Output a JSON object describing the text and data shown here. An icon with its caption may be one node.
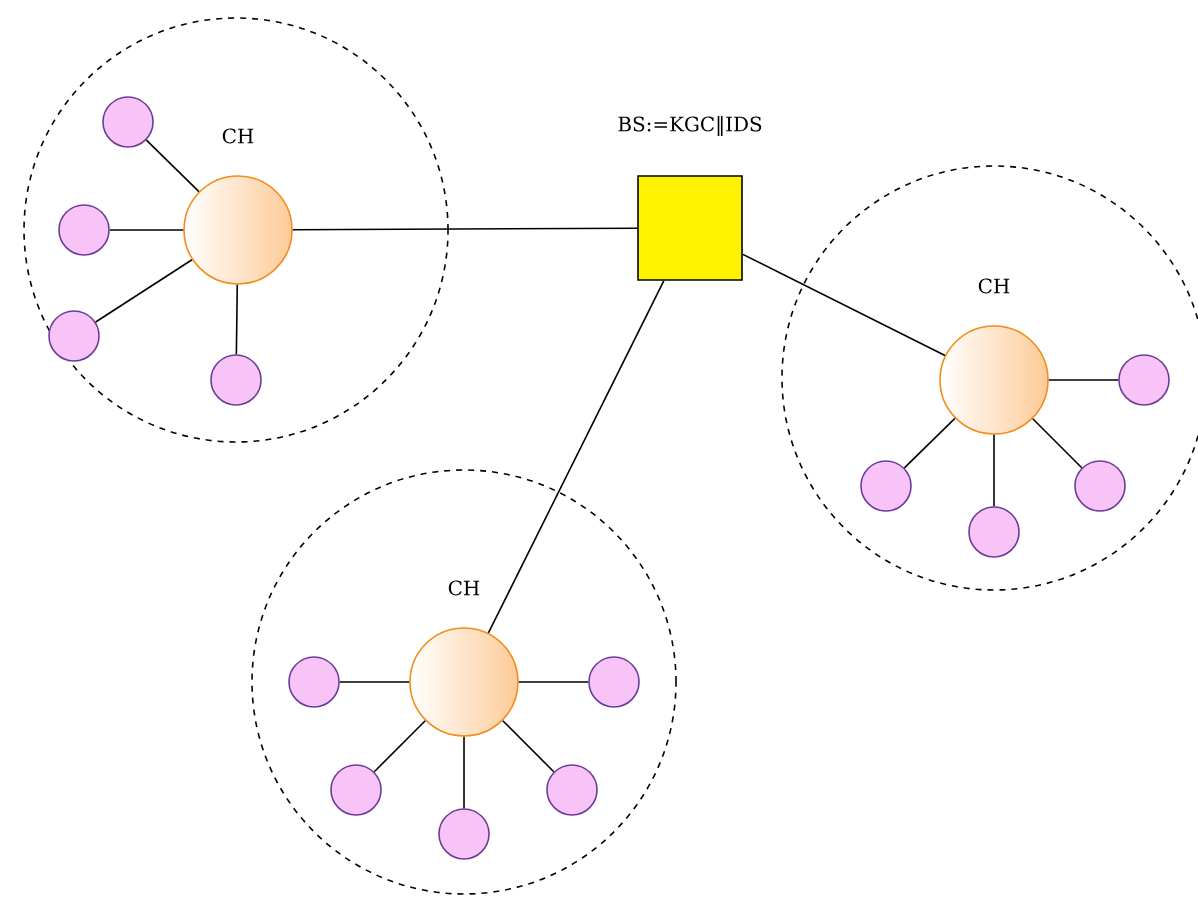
{
  "diagram": {
    "nodes": [
      {
        "text": [],
        "shape": "circle"
      },
      {
        "text": [
          "CH"
        ],
        "in": 0
      },
      {
        "text": [],
        "shape": "circle",
        "in": 0
      },
      {
        "text": [],
        "shape": "circle",
        "in": 0
      },
      {
        "text": [],
        "shape": "circle",
        "in": 0
      },
      {
        "text": [],
        "shape": "circle",
        "in": 0
      },
      {
        "text": [
          "BS:=KGC‖IDS"
        ]
      },
      {
        "text": [],
        "shape": "circle"
      },
      {
        "text": [
          "CH"
        ],
        "in": 7
      },
      {
        "text": [],
        "shape": "circle",
        "in": 7
      },
      {
        "text": [],
        "shape": "circle",
        "in": 7
      },
      {
        "text": [],
        "shape": "circle",
        "in": 7
      },
      {
        "text": [],
        "shape": "circle",
        "in": 7
      },
      {
        "text": [],
        "shape": "circle"
      },
      {
        "text": [
          "CH"
        ],
        "in": 13
      },
      {
        "text": [],
        "shape": "circle",
        "in": 13
      },
      {
        "text": [],
        "shape": "circle",
        "in": 13
      },
      {
        "text": [],
        "shape": "circle",
        "in": 13
      },
      {
        "text": [],
        "shape": "circle",
        "in": 13
      },
      {
        "text": [],
        "shape": "circle",
        "in": 13
      }
    ],
    "edges": [
      {
        "from": 1,
        "to": 6,
        "arrow": "none"
      },
      {
        "from": 6,
        "to": 8,
        "arrow": "none"
      },
      {
        "from": 6,
        "to": 14,
        "arrow": "none"
      },
      {
        "from": 1,
        "to": 2,
        "arrow": "none"
      },
      {
        "from": 1,
        "to": 3,
        "arrow": "none"
      },
      {
        "from": 1,
        "to": 4,
        "arrow": "none"
      },
      {
        "from": 1,
        "to": 5,
        "arrow": "none"
      },
      {
        "from": 8,
        "to": 9,
        "arrow": "none"
      },
      {
        "from": 8,
        "to": 10,
        "arrow": "none"
      },
      {
        "from": 8,
        "to": 11,
        "arrow": "none"
      },
      {
        "from": 8,
        "to": 12,
        "arrow": "none"
      },
      {
        "from": 14,
        "to": 15,
        "arrow": "none"
      },
      {
        "from": 14,
        "to": 16,
        "arrow": "none"
      },
      {
        "from": 14,
        "to": 17,
        "arrow": "none"
      },
      {
        "from": 14,
        "to": 18,
        "arrow": "none"
      },
      {
        "from": 14,
        "to": 19,
        "arrow": "none"
      }
    ]
  }
}
